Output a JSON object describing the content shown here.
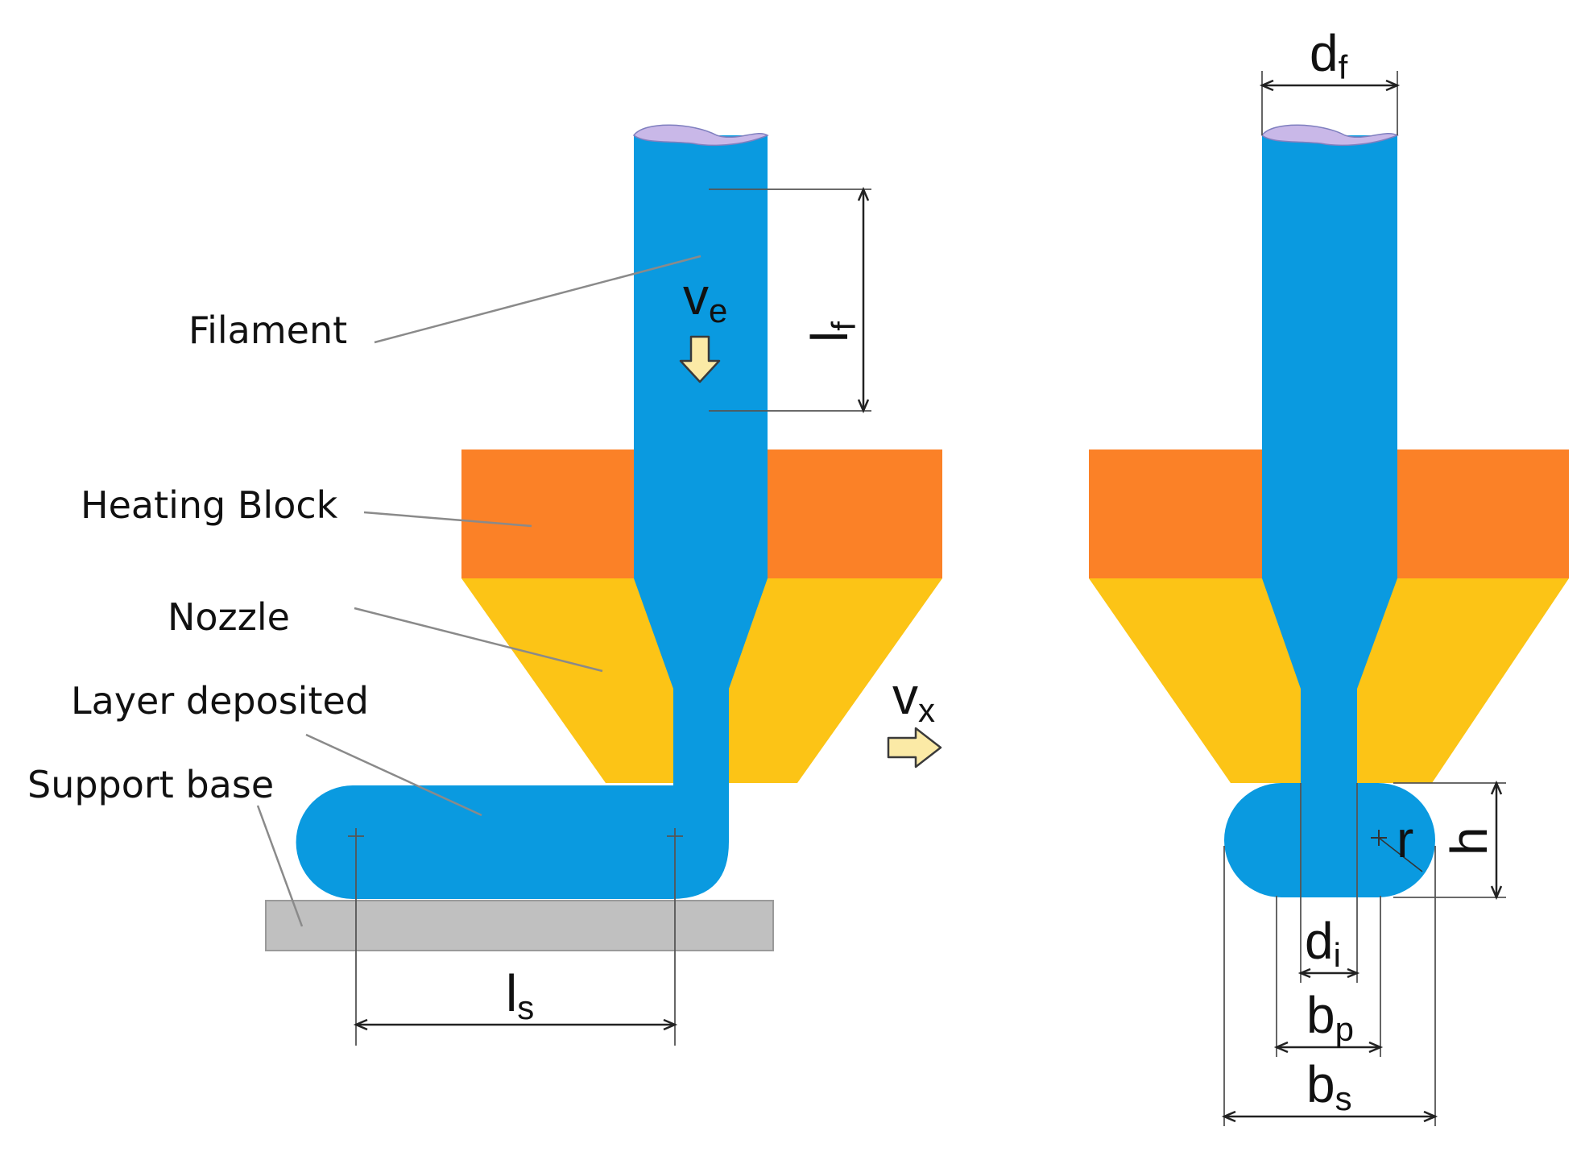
{
  "labels": {
    "filament": "Filament",
    "heating_block": "Heating Block",
    "nozzle": "Nozzle",
    "layer_deposited": "Layer deposited",
    "support_base": "Support base"
  },
  "symbols": {
    "ve": {
      "main": "v",
      "sub": "e"
    },
    "vx": {
      "main": "v",
      "sub": "x"
    },
    "lf": {
      "main": "l",
      "sub": "f"
    },
    "ls": {
      "main": "l",
      "sub": "s"
    },
    "df": {
      "main": "d",
      "sub": "f"
    },
    "di": {
      "main": "d",
      "sub": "i"
    },
    "bp": {
      "main": "b",
      "sub": "p"
    },
    "bs": {
      "main": "b",
      "sub": "s"
    },
    "h": "h",
    "r": "r"
  },
  "colors": {
    "filament": "#0a9ae0",
    "filament_top": "#c9b8e8",
    "heating_block": "#fb8127",
    "nozzle": "#fcc416",
    "support_base": "#c0c0c0",
    "arrow_fill": "#fbeaa6"
  }
}
